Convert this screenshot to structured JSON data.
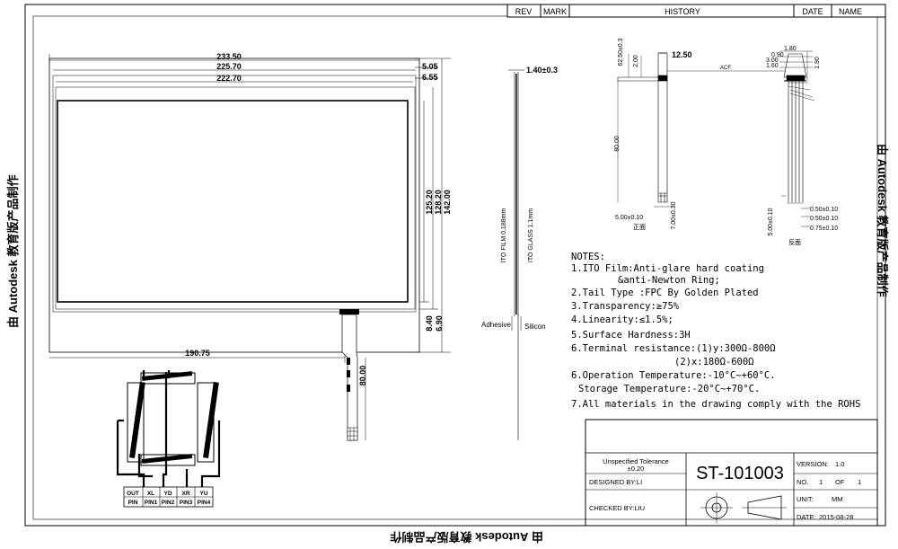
{
  "watermark": {
    "left": "由 Autodesk 教育版产品制作",
    "right": "由 Autodesk 教育版产品制作",
    "bottom": "由 Autodesk 教育版产品制作"
  },
  "revision_table": {
    "headers": [
      "REV",
      "MARK",
      "HISTORY",
      "DATE",
      "NAME"
    ]
  },
  "front_view": {
    "dims_top": [
      "233.50",
      "225.70",
      "222.70"
    ],
    "dims_side_top": [
      "5.05",
      "6.55"
    ],
    "dims_right": [
      "125.20",
      "128.20",
      "142.00"
    ],
    "dims_right_bottom": [
      "8.40",
      "6.90"
    ],
    "dim_bottom": "190.75",
    "dim_tail": "80.00"
  },
  "section_view": {
    "thickness": "1.40±0.3",
    "ito_film": "ITO FILM 0.188mm",
    "ito_glass": "ITO GLASS 1.1mm",
    "adhesive": "Adhesive",
    "silicon": "Silicon"
  },
  "fpc_front": {
    "top_width": "12.50",
    "vert_dim_a": "62.50±0.3",
    "vert_dim_b": "2.00",
    "length": "80.00",
    "left_bottom": "5.00±0.10",
    "bottom_dim": "7.00±0.30",
    "label_front": "正面",
    "acf": "ACF"
  },
  "fpc_side": {
    "top_dims": [
      "1.80",
      "0.90",
      "3.00",
      "1.60"
    ],
    "right_dim": "1.90",
    "pitch_dims": [
      "0.50±0.10",
      "0.50±0.10",
      "0.75±0.10"
    ],
    "left_dim": "5.00±0.10",
    "label_back": "反面"
  },
  "pin_table": {
    "row1": [
      "OUT",
      "XL",
      "YD",
      "XR",
      "YU"
    ],
    "row2": [
      "PIN",
      "PIN1",
      "PIN2",
      "PIN3",
      "PIN4"
    ]
  },
  "notes": {
    "title": "NOTES:",
    "lines": [
      "1.ITO Film:Anti-glare hard coating",
      "&anti-Newton Ring;",
      "2.Tail Type :FPC By Golden Plated",
      "3.Transparency:≥75%",
      "4.Linearity:≤1.5%;",
      "5.Surface Hardness:3H",
      "6.Terminal resistance:(1)y:300Ω-800Ω",
      "(2)x:180Ω-600Ω",
      "6.Operation Temperature:-10°C~+60°C.",
      "Storage Temperature:-20°C~+70°C.",
      "7.All materials in the drawing comply with the ROHS"
    ]
  },
  "title_block": {
    "tolerance_label": "Unspecified Tolerance",
    "tolerance_value": "±0.20",
    "designed_by": "DESIGNED BY:LI",
    "checked_by": "CHECKED BY:LIU",
    "part_number": "ST-101003",
    "version_label": "VERSION:",
    "version_value": "1.0",
    "no_label": "NO.",
    "no_value": "1",
    "of_label": "OF",
    "of_value": "1",
    "unit_label": "UNIT:",
    "unit_value": "MM",
    "date_label": "DATE:",
    "date_value": "2015-08-28"
  }
}
